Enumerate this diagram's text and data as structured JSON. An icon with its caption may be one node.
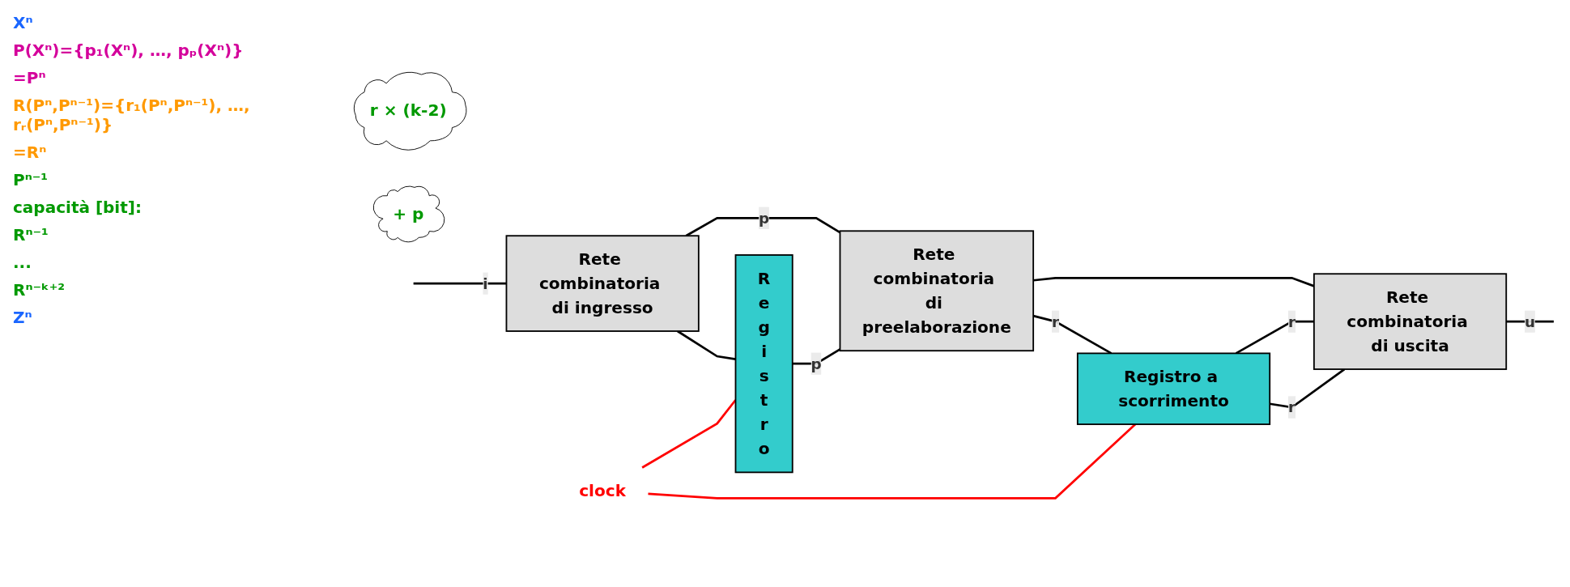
{
  "diagram": {
    "nodes": [
      {
        "text": [
          "Rete combinatoria di ingresso"
        ]
      },
      {
        "text": [
          "Rete combinatoria di preelaborazione"
        ]
      },
      {
        "text": [
          "Registro"
        ]
      },
      {
        "text": [
          "Registro a scorrimento"
        ]
      },
      {
        "text": [
          "Rete combinatoria di uscita"
        ]
      },
      {
        "text": [
          "r × (k-2)"
        ]
      },
      {
        "text": [
          "+ p"
        ]
      },
      {
        "text": [
          "clock"
        ]
      }
    ],
    "edges": [
      {
        "from": null,
        "to": 0,
        "arrow": "none",
        "label": "i"
      },
      {
        "from": 0,
        "to": 1,
        "arrow": "none",
        "label": "p"
      },
      {
        "from": 0,
        "to": 2,
        "arrow": "none"
      },
      {
        "from": 2,
        "to": 1,
        "arrow": "none",
        "label": "p"
      },
      {
        "from": 1,
        "to": 3,
        "arrow": "none",
        "label": "r"
      },
      {
        "from": 1,
        "to": 4,
        "arrow": "none"
      },
      {
        "from": 3,
        "to": 4,
        "arrow": "none",
        "label": "r"
      },
      {
        "from": 3,
        "to": 4,
        "arrow": "none",
        "label": "r"
      },
      {
        "from": 4,
        "to": null,
        "arrow": "none",
        "label": "u"
      },
      {
        "from": 7,
        "to": 2,
        "arrow": "none",
        "color": "#ff0000"
      },
      {
        "from": 7,
        "to": 3,
        "arrow": "none",
        "color": "#ff0000"
      }
    ],
    "labels": [
      "Xⁿ",
      "P(Xⁿ)={p₁(Xⁿ), …, pₚ(Xⁿ)}",
      "=Pⁿ",
      "R(Pⁿ,Pⁿ⁻¹)={r₁(Pⁿ,Pⁿ⁻¹), …, rᵣ(Pⁿ,Pⁿ⁻¹)}",
      "=Rⁿ",
      "Pⁿ⁻¹",
      "capacità [bit]:",
      "Rⁿ⁻¹",
      "...",
      "Rⁿ⁻ᵏ⁺²",
      "Zⁿ"
    ]
  }
}
